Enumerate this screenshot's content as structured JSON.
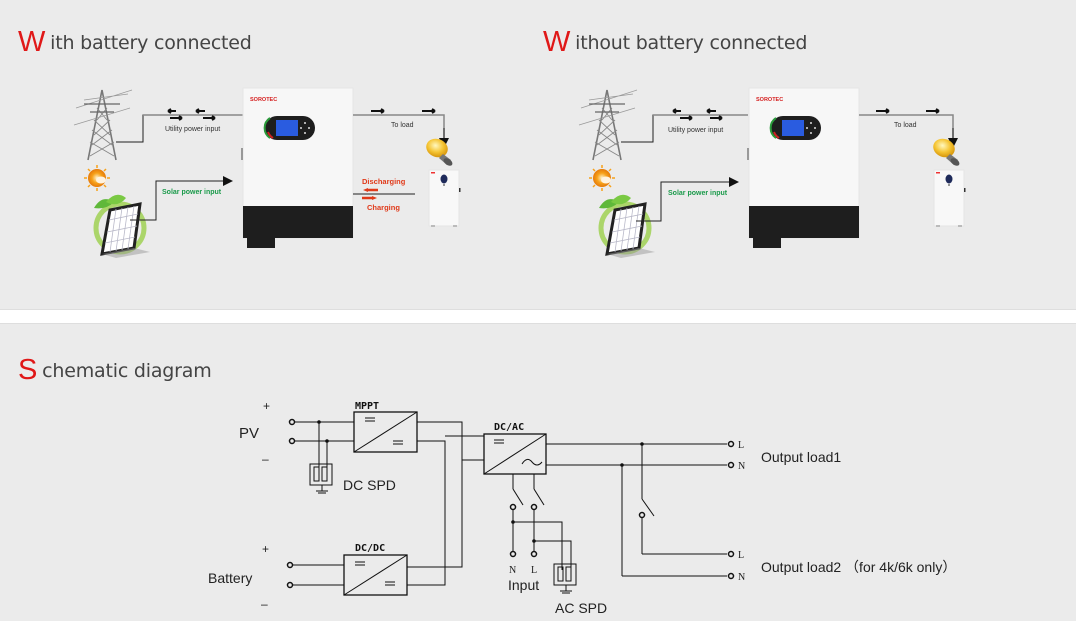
{
  "sections": {
    "with_battery": {
      "title_initial": "W",
      "title_rest": "ith battery connected",
      "utility_label": "Utility power input",
      "solar_label": "Solar power input",
      "load_label": "To load",
      "discharging_label": "Discharging",
      "charging_label": "Charging",
      "brand": "SOROTEC"
    },
    "without_battery": {
      "title_initial": "W",
      "title_rest": "ithout battery connected",
      "utility_label": "Utility power input",
      "solar_label": "Solar power input",
      "load_label": "To load",
      "brand": "SOROTEC"
    },
    "schematic": {
      "title_initial": "S",
      "title_rest": "chematic diagram",
      "pv_label": "PV",
      "battery_label": "Battery",
      "plus": "+",
      "minus": "–",
      "mppt_label": "MPPT",
      "dcdc_label": "DC/DC",
      "dcac_label": "DC/AC",
      "dc_spd_label": "DC SPD",
      "ac_spd_label": "AC SPD",
      "input_label": "Input",
      "n_label": "N",
      "l_label": "L",
      "output_load1": "Output load1",
      "output_load2": "Output load2 （for 4k/6k only）",
      "dc_symbol": "=",
      "ac_symbol": "~"
    }
  },
  "colors": {
    "accent_red": "#e01818",
    "solar_green": "#1a9a4a",
    "flow_red": "#e03a1a"
  }
}
